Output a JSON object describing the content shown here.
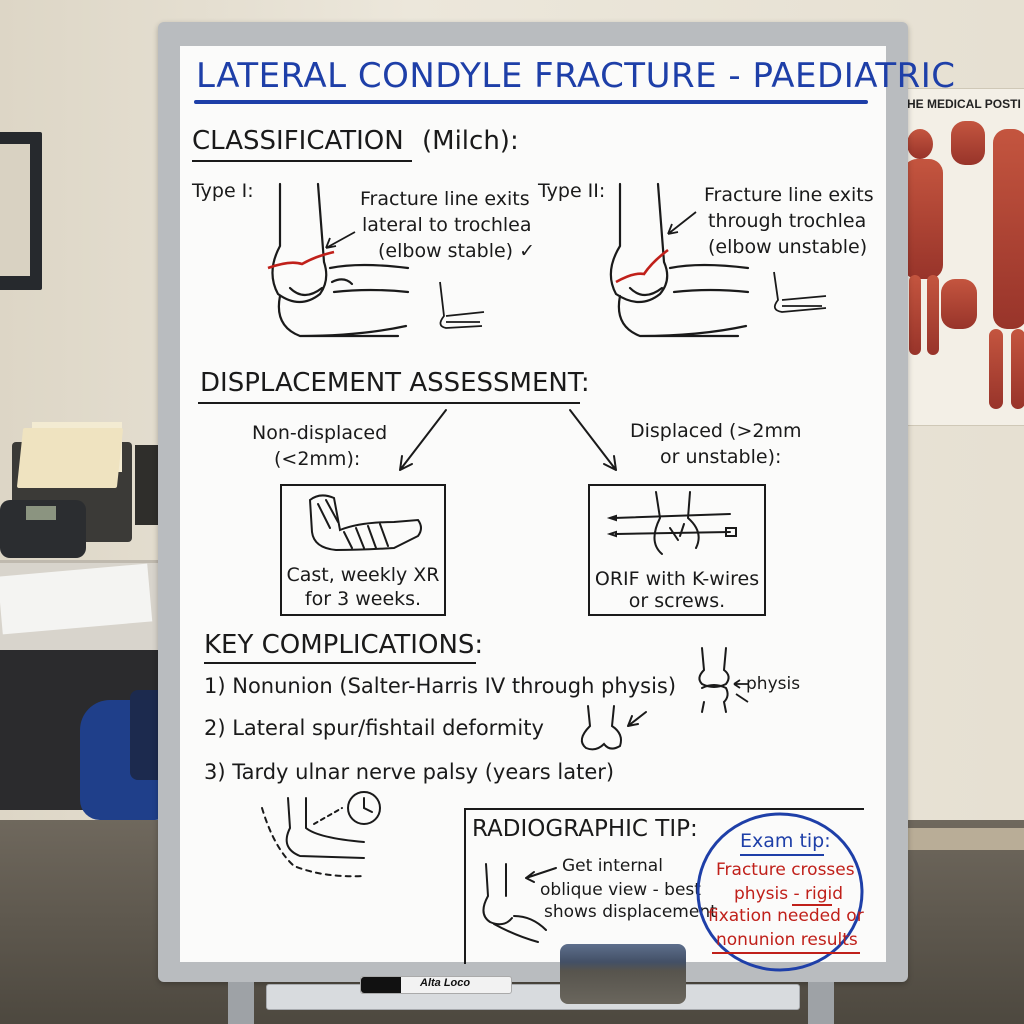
{
  "board": {
    "title": "LATERAL CONDYLE FRACTURE - PAEDIATRIC",
    "classification": {
      "heading": "CLASSIFICATION",
      "heading_suffix": "(Milch):",
      "type1": {
        "label": "Type I:",
        "line1": "Fracture line exits",
        "line2": "lateral to trochlea",
        "line3": "(elbow stable) ✓"
      },
      "type2": {
        "label": "Type II:",
        "line1": "Fracture line exits",
        "line2": "through trochlea",
        "line3": "(elbow unstable)"
      }
    },
    "displacement": {
      "heading": "DISPLACEMENT ASSESSMENT:",
      "left_line1": "Non-displaced",
      "left_line2": "(<2mm):",
      "left_box_line1": "Cast, weekly XR",
      "left_box_line2": "for 3 weeks.",
      "right_line1": "Displaced (>2mm",
      "right_line2": "or unstable):",
      "right_box_line1": "ORIF with K-wires",
      "right_box_line2": "or screws."
    },
    "complications": {
      "heading": "KEY COMPLICATIONS:",
      "item1": "1) Nonunion (Salter-Harris IV through physis)",
      "item1_annotation": "physis",
      "item2": "2) Lateral spur/fishtail deformity",
      "item3": "3) Tardy ulnar nerve palsy (years later)"
    },
    "radiographic": {
      "heading": "RADIOGRAPHIC TIP:",
      "line1": "Get internal",
      "line2": "oblique view - best",
      "line3": "shows displacement"
    },
    "exam_tip": {
      "heading": "Exam tip:",
      "line1": "Fracture crosses",
      "line2": "physis - rigid",
      "line3": "fixation needed or",
      "line4": "nonunion results"
    }
  },
  "poster": {
    "title": "HE MEDICAL POSTI"
  },
  "marker": {
    "label": "Alta Loco"
  },
  "colors": {
    "title_blue": "#1e3fa8",
    "marker_red": "#c0201a",
    "ink": "#1a1a1a"
  }
}
